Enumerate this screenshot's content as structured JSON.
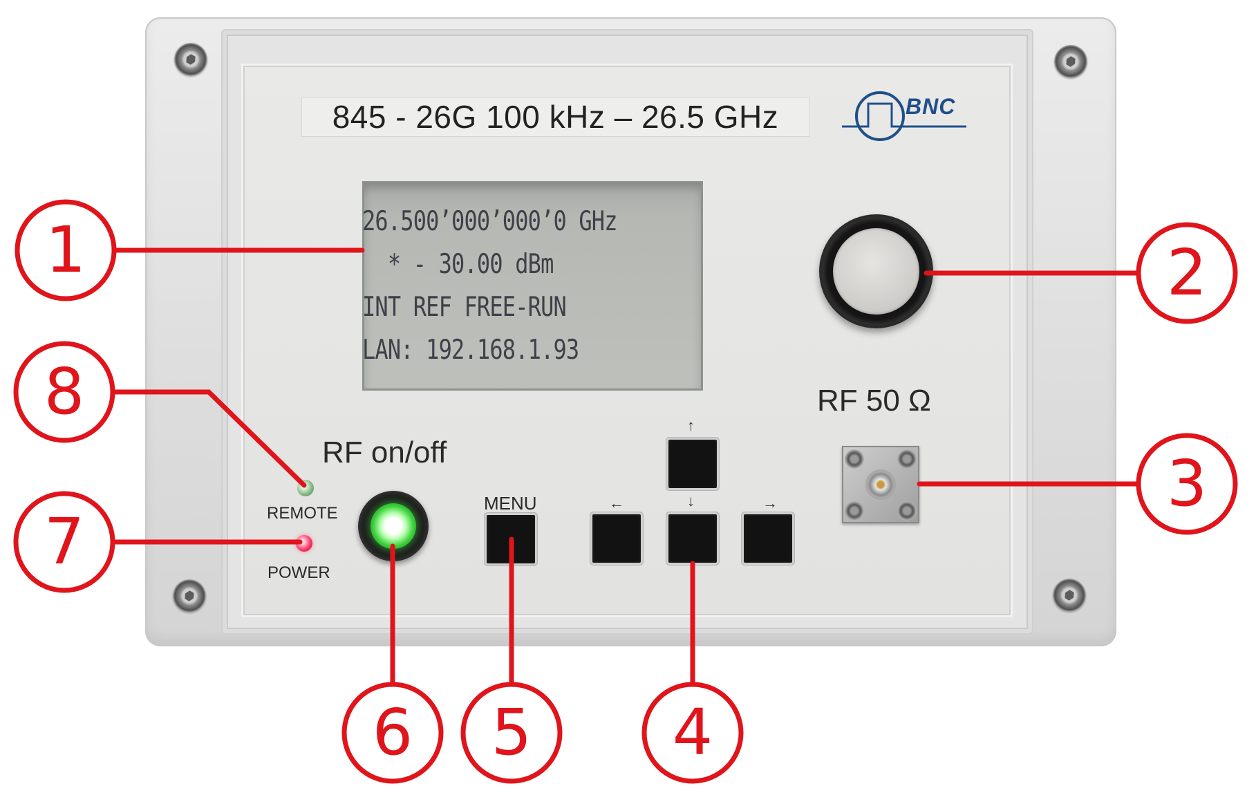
{
  "model_label": "845 - 26G 100 kHz – 26.5 GHz",
  "logo_text": "BNC",
  "lcd": {
    "line1": "26.500’000’000’0 GHz",
    "line2": "  * - 30.00 dBm",
    "line3": "INT REF FREE-RUN",
    "line4": "LAN: 192.168.1.93"
  },
  "labels": {
    "rf_connector": "RF 50 Ω",
    "rf_on_off": "RF on/off",
    "menu": "MENU",
    "remote": "REMOTE",
    "power": "POWER"
  },
  "arrow_glyphs": {
    "up": "↑",
    "left": "←",
    "down": "↓",
    "right": "→"
  },
  "callouts": [
    "1",
    "2",
    "3",
    "4",
    "5",
    "6",
    "7",
    "8"
  ],
  "colors": {
    "callout_red": "#e0141b",
    "rf_led_green": "#3bd23b",
    "power_led_red": "#ff3c6a",
    "logo_blue": "#1f4f8a"
  }
}
